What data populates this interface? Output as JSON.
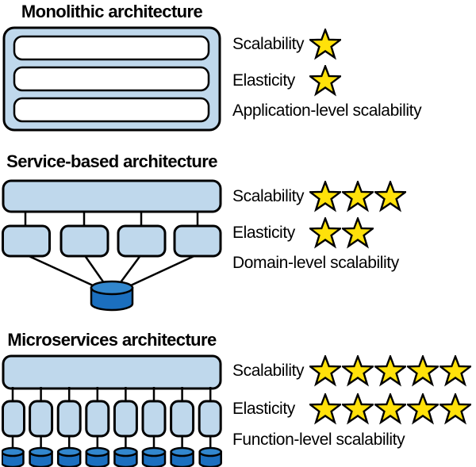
{
  "colors": {
    "background": "#FFFFFF",
    "box_fill": "#BFD8EC",
    "db_fill": "#1B6FBF",
    "db_top_fill": "#3287CE",
    "star_fill": "#FFE10A",
    "outline": "#000000"
  },
  "icons": {
    "star-icon": "five-pointed star, yellow fill with black outline",
    "database-icon": "blue cylinder (database)"
  },
  "sections": [
    {
      "title": "Monolithic architecture",
      "ratings": {
        "scalability_label": "Scalability",
        "scalability_stars": 1,
        "elasticity_label": "Elasticity",
        "elasticity_stars": 1,
        "note": "Application-level scalability"
      }
    },
    {
      "title": "Service-based architecture",
      "ratings": {
        "scalability_label": "Scalability",
        "scalability_stars": 3,
        "elasticity_label": "Elasticity",
        "elasticity_stars": 2,
        "note": "Domain-level scalability"
      }
    },
    {
      "title": "Microservices architecture",
      "ratings": {
        "scalability_label": "Scalability",
        "scalability_stars": 5,
        "elasticity_label": "Elasticity",
        "elasticity_stars": 5,
        "note": "Function-level scalability"
      }
    }
  ]
}
